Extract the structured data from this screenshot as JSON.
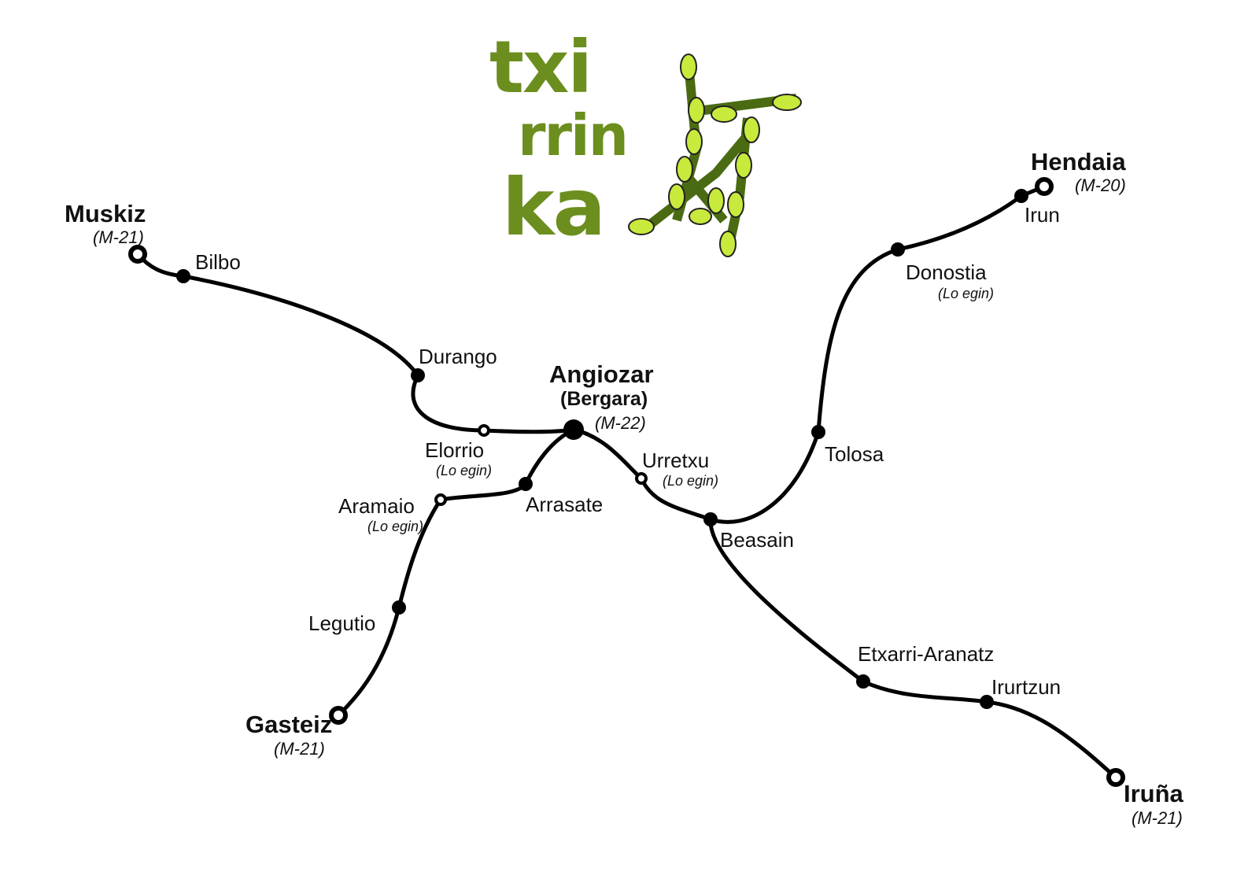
{
  "logo": {
    "lines": [
      "txi",
      "rrin",
      "ka"
    ],
    "green": "#6b8e1e",
    "chain_color": "#c8ea3c"
  },
  "stations": {
    "muskiz": {
      "name": "Muskiz",
      "code": "(M-21)"
    },
    "bilbo": {
      "name": "Bilbo"
    },
    "durango": {
      "name": "Durango"
    },
    "elorrio": {
      "name": "Elorrio",
      "note": "(Lo egin)"
    },
    "angiozar": {
      "name": "Angiozar",
      "sub": "(Bergara)",
      "code": "(M-22)"
    },
    "arrasate": {
      "name": "Arrasate"
    },
    "aramaio": {
      "name": "Aramaio",
      "note": "(Lo egin)"
    },
    "legutio": {
      "name": "Legutio"
    },
    "gasteiz": {
      "name": "Gasteiz",
      "code": "(M-21)"
    },
    "urretxu": {
      "name": "Urretxu",
      "note": "(Lo egin)"
    },
    "beasain": {
      "name": "Beasain"
    },
    "tolosa": {
      "name": "Tolosa"
    },
    "donostia": {
      "name": "Donostia",
      "note": "(Lo egin)"
    },
    "irun": {
      "name": "Irun"
    },
    "hendaia": {
      "name": "Hendaia",
      "code": "(M-20)"
    },
    "etxarri": {
      "name": "Etxarri-Aranatz"
    },
    "irurtzun": {
      "name": "Irurtzun"
    },
    "iruna": {
      "name": "Iruña",
      "code": "(M-21)"
    }
  }
}
